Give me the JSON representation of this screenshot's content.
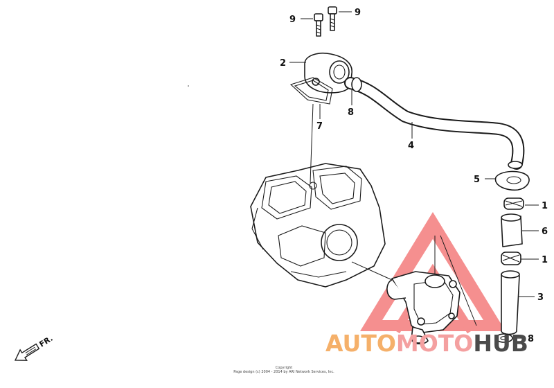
{
  "callouts": [
    {
      "id": "c-9a",
      "label": "9"
    },
    {
      "id": "c-9b",
      "label": "9"
    },
    {
      "id": "c-2",
      "label": "2"
    },
    {
      "id": "c-7",
      "label": "7"
    },
    {
      "id": "c-8a",
      "label": "8"
    },
    {
      "id": "c-4",
      "label": "4"
    },
    {
      "id": "c-5",
      "label": "5"
    },
    {
      "id": "c-1a",
      "label": "1"
    },
    {
      "id": "c-6",
      "label": "6"
    },
    {
      "id": "c-1b",
      "label": "1"
    },
    {
      "id": "c-3",
      "label": "3"
    },
    {
      "id": "c-8b",
      "label": "8"
    }
  ],
  "direction_label": "FR.",
  "copyright": {
    "line1": "Copyright",
    "line2": "Page design (c) 2004 - 2014 by ARI Network Services, Inc."
  },
  "watermark": {
    "part1": "AUTO",
    "part2": "MOTO",
    "part3": "HUB",
    "colors": {
      "auto": "#f5b06a",
      "moto": "#f4a0a0",
      "hub": "#4a4a4a",
      "triangle": "#f26a6a"
    }
  }
}
